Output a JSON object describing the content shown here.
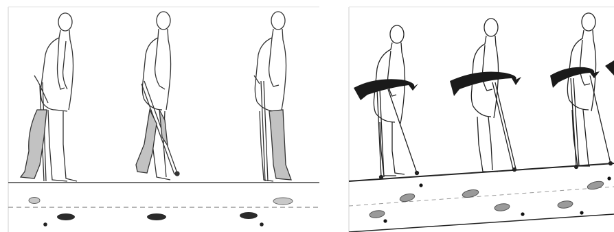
{
  "figure": {
    "panels": [
      {
        "id": "left",
        "figures": [
          "crutch-walker-1",
          "crutch-walker-2",
          "crutch-walker-3"
        ],
        "colors": {
          "ink": "#333333",
          "shaded_leg": "#bdbdbd",
          "dark_footprint": "#2b2b2b",
          "light_footprint": "#c8c8c8"
        }
      },
      {
        "id": "right",
        "figures": [
          "crutch-walker-4",
          "crutch-walker-5",
          "crutch-walker-6"
        ],
        "colors": {
          "ink": "#222222",
          "rotation_arrow": "#1a1a1a",
          "footprint": "#9a9a9a"
        }
      }
    ]
  }
}
